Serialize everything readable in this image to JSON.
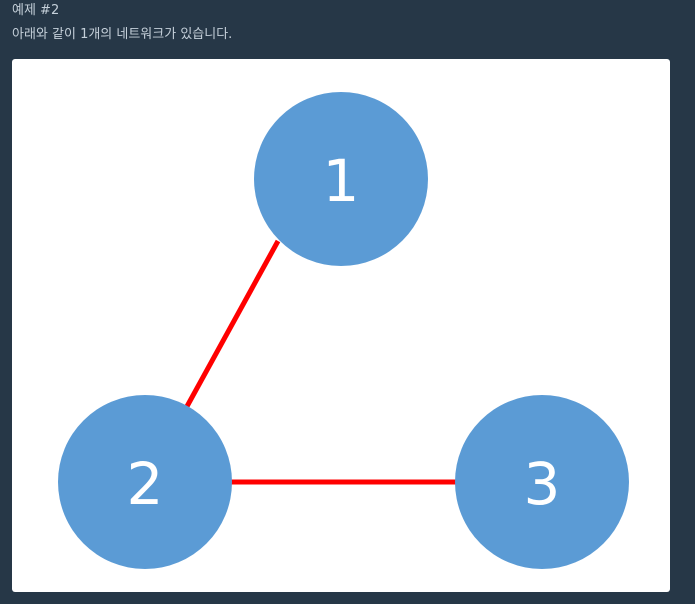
{
  "problem": {
    "example_title": "예제 #2",
    "example_description": "아래와 같이 1개의 네트워크가 있습니다."
  },
  "diagram": {
    "node_color": "#5b9bd5",
    "edge_color": "#ff0000",
    "nodes": [
      {
        "id": "1",
        "label": "1"
      },
      {
        "id": "2",
        "label": "2"
      },
      {
        "id": "3",
        "label": "3"
      }
    ],
    "edges": [
      {
        "from": "1",
        "to": "2"
      },
      {
        "from": "2",
        "to": "3"
      }
    ]
  }
}
